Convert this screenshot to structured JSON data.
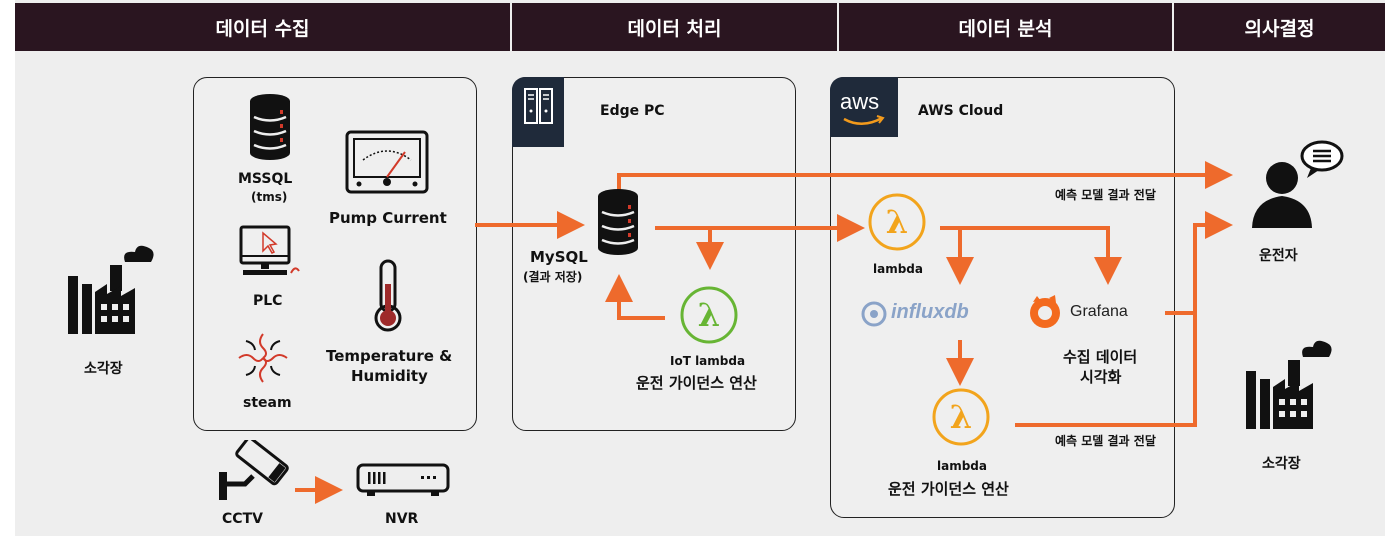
{
  "headers": [
    "데이터 수집",
    "데이터 처리",
    "데이터 분석",
    "의사결정"
  ],
  "collect": {
    "mssql": "MSSQL",
    "mssql_sub": "(tms)",
    "plc": "PLC",
    "steam": "steam",
    "pump": "Pump Current",
    "temp1": "Temperature &",
    "temp2": "Humidity",
    "cctv": "CCTV",
    "nvr": "NVR"
  },
  "site_left": "소각장",
  "edge": {
    "title": "Edge PC",
    "mysql": "MySQL",
    "mysql_sub": "(결과 저장)",
    "iot": "IoT lambda",
    "iot_sub": "운전 가이던스 연산"
  },
  "cloud": {
    "logo": "aws",
    "title": "AWS Cloud",
    "lambda1": "lambda",
    "influx": "influxdb",
    "grafana": "Grafana",
    "viz1": "수집 데이터",
    "viz2": "시각화",
    "lambda2": "lambda",
    "lambda2_sub": "운전 가이던스 연산"
  },
  "flows": {
    "predict_top": "예측 모델 결과 전달",
    "predict_bottom": "예측 모델 결과 전달"
  },
  "decision": {
    "operator": "운전자",
    "site": "소각장"
  },
  "colors": {
    "header_bg": "#2a1520",
    "arrow": "#ee6a2c",
    "db_red": "#d23a2a",
    "lambda_orange": "#f2a41c",
    "lambda_green": "#67b534",
    "aws_badge": "#1f2a3a"
  }
}
